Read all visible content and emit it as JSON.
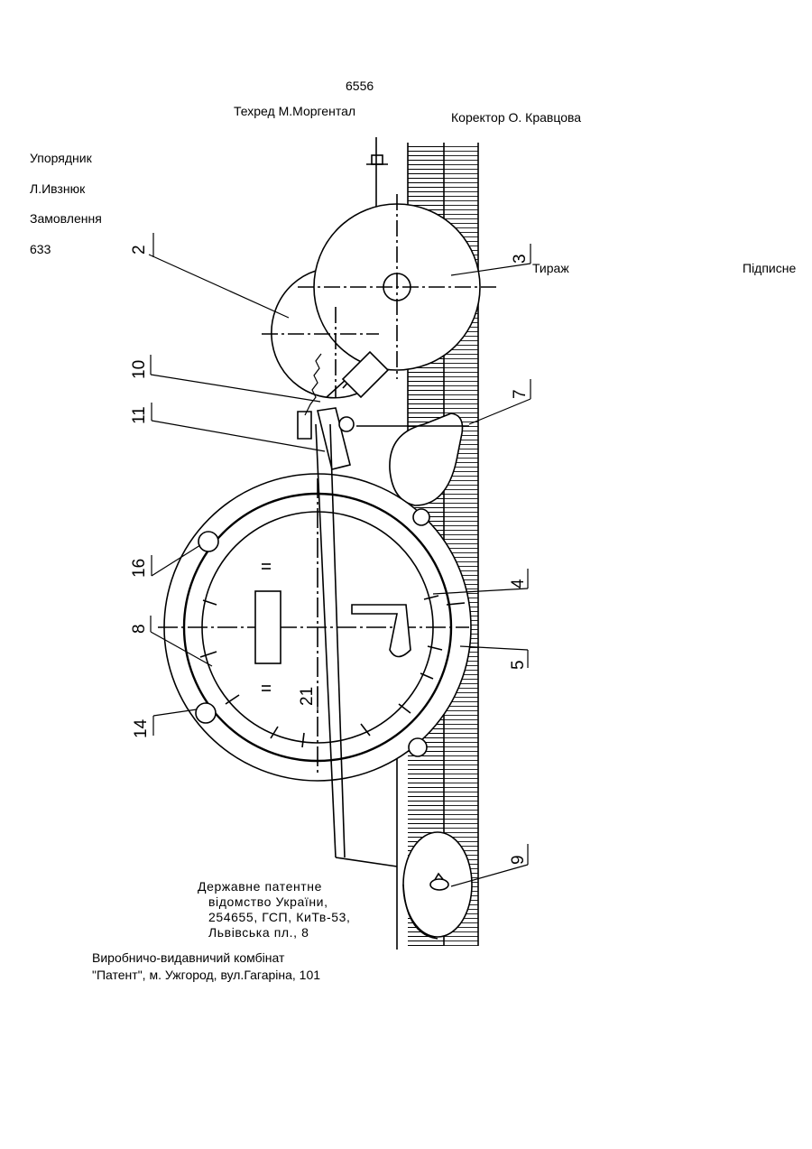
{
  "header": {
    "doc_number": "6556",
    "tech_editor": "Техред М.Моргентал",
    "proofreader": "Коректор О. Кравцова"
  },
  "left_column": {
    "compiler_label": "Упорядник",
    "compiler_name": "Л.Ивзнюк",
    "order_label": "Замовлення",
    "order_number": "633"
  },
  "right_info": {
    "circulation_label": "Тираж",
    "subscription_label": "Підписне"
  },
  "office_address": {
    "line1": "Державне патентне",
    "line2": "відомство України,",
    "line3": "254655, ГСП, КиТв-53,",
    "line4": "Львівська пл., 8"
  },
  "printing_plant": {
    "line1": "Виробничо-видавничий комбінат",
    "line2": "\"Патент\", м. Ужгород, вул.Гагаріна, 101"
  },
  "drawing": {
    "reference_numbers": [
      "2",
      "3",
      "10",
      "11",
      "7",
      "16",
      "4",
      "8",
      "5",
      "14",
      "21",
      "9"
    ]
  }
}
